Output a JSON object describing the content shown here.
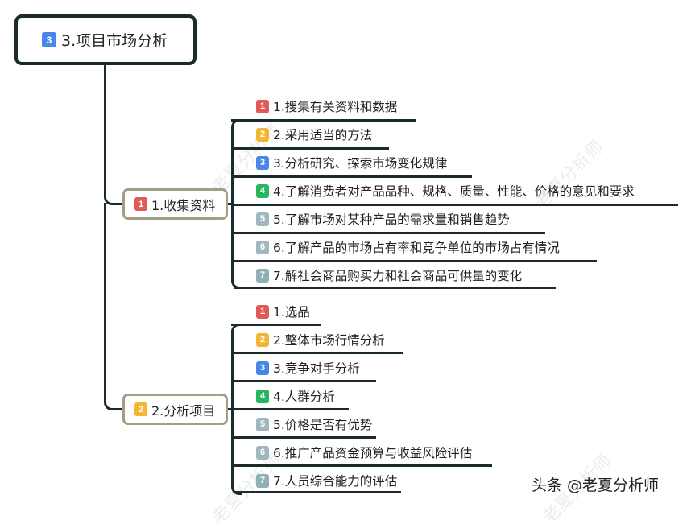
{
  "root": {
    "badge": "3",
    "badge_color": "#4a86e8",
    "label": "3.项目市场分析"
  },
  "branches": [
    {
      "badge": "1",
      "badge_color": "#e05a5a",
      "label": "1.收集资料",
      "items": [
        {
          "badge": "1",
          "badge_color": "#e05a5a",
          "label": "1.搜集有关资料和数据"
        },
        {
          "badge": "2",
          "badge_color": "#f2b632",
          "label": "2.采用适当的方法"
        },
        {
          "badge": "3",
          "badge_color": "#4a86e8",
          "label": "3.分析研究、探索市场变化规律"
        },
        {
          "badge": "4",
          "badge_color": "#27b85f",
          "label": "4.了解消费者对产品品种、规格、质量、性能、价格的意见和要求"
        },
        {
          "badge": "5",
          "badge_color": "#9fb7bd",
          "label": "5.了解市场对某种产品的需求量和销售趋势"
        },
        {
          "badge": "6",
          "badge_color": "#9fb7bd",
          "label": "6.了解产品的市场占有率和竞争单位的市场占有情况"
        },
        {
          "badge": "7",
          "badge_color": "#8fb0b5",
          "label": "7.解社会商品购买力和社会商品可供量的变化"
        }
      ]
    },
    {
      "badge": "2",
      "badge_color": "#f2b632",
      "label": "2.分析项目",
      "items": [
        {
          "badge": "1",
          "badge_color": "#e05a5a",
          "label": "1.选品"
        },
        {
          "badge": "2",
          "badge_color": "#f2b632",
          "label": "2.整体市场行情分析"
        },
        {
          "badge": "3",
          "badge_color": "#4a86e8",
          "label": "3.竞争对手分析"
        },
        {
          "badge": "4",
          "badge_color": "#27b85f",
          "label": "4.人群分析"
        },
        {
          "badge": "5",
          "badge_color": "#9fb7bd",
          "label": "5.价格是否有优势"
        },
        {
          "badge": "6",
          "badge_color": "#9fb7bd",
          "label": "6.推广产品资金预算与收益风险评估"
        },
        {
          "badge": "7",
          "badge_color": "#8fb0b5",
          "label": "7.人员综合能力的评估"
        }
      ]
    }
  ],
  "watermark": "老夏分析师",
  "credit": "头条 @老夏分析师"
}
